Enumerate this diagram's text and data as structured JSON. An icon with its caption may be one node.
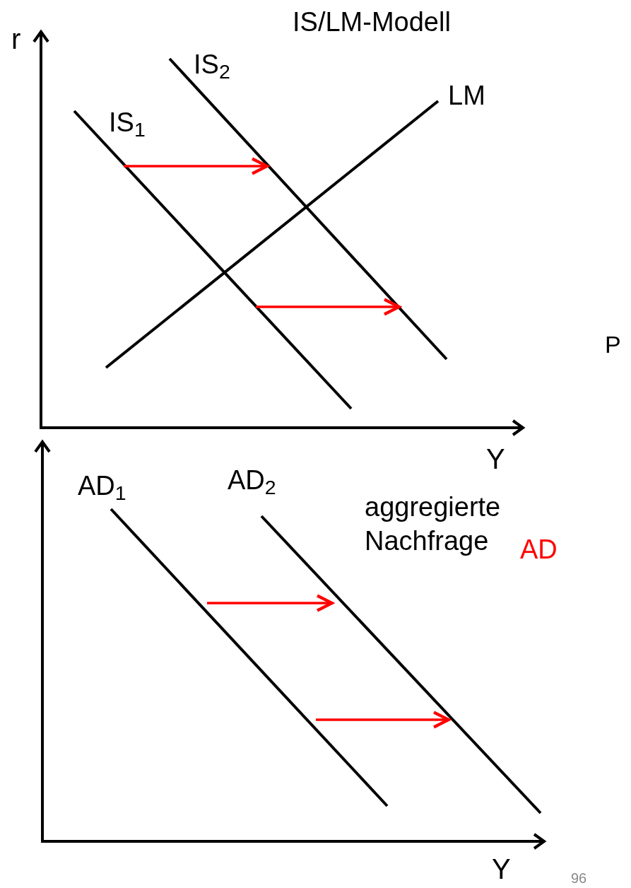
{
  "diagram": {
    "title": "IS/LM-Modell",
    "labels": [
      "r",
      "IS$_{2}$",
      "LM",
      "IS$_{1}$",
      "P",
      "Y",
      "AD$_{1}$",
      "AD$_{2}$",
      "aggregierte Nachfrage",
      "AD",
      "Y",
      "96"
    ]
  }
}
